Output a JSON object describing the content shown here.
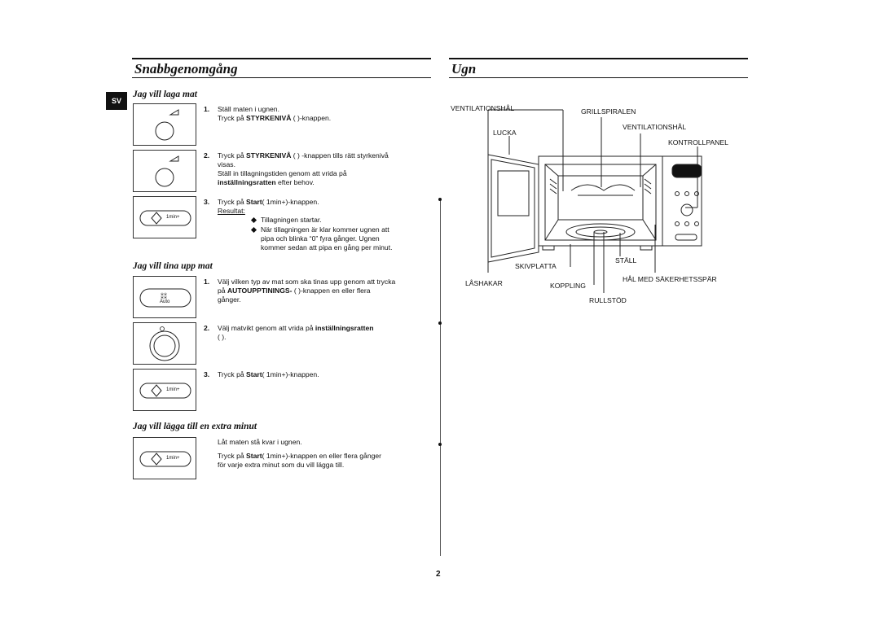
{
  "left_title": "Snabbgenomgång",
  "right_title": "Ugn",
  "lang_tab": "SV",
  "section1": {
    "heading": "Jag vill laga mat",
    "s1_num": "1.",
    "s1_line1": "Ställ maten i ugnen.",
    "s1_line2_pre": "Tryck på ",
    "s1_line2_bold": "STYRKENIVÅ",
    "s1_line2_post": " (  )-knappen.",
    "s2_num": "2.",
    "s2_line1_pre": "Tryck på ",
    "s2_line1_bold": "STYRKENIVÅ",
    "s2_line1_post": " (  ) -knappen tills rätt styrkenivå",
    "s2_line2": "visas.",
    "s2_line3": "Ställ in tillagningstiden genom att vrida på",
    "s2_line4_bold": "inställningsratten",
    "s2_line4_post": " efter behov.",
    "s3_num": "3.",
    "s3_line1_pre": "Tryck på ",
    "s3_line1_bold": "Start",
    "s3_line1_post": "(   1min+)-knappen.",
    "result_label": "Resultat:",
    "result1": "Tillagningen startar.",
    "result2_l1": "När tillagningen är klar kommer ugnen att",
    "result2_l2": "pipa och blinka “0” fyra gånger. Ugnen",
    "result2_l3": "kommer sedan att pipa en gång per minut."
  },
  "section2": {
    "heading": "Jag vill tina upp mat",
    "s1_num": "1.",
    "s1_line1": "Välj vilken typ av mat som ska tinas upp genom att trycka",
    "s1_line2_pre": "på ",
    "s1_line2_bold": "AUTOUPPTININGS-",
    "s1_line2_post": " (   )-knappen en eller flera",
    "s1_line3": "gånger.",
    "s2_num": "2.",
    "s2_line1_pre": "Välj matvikt genom att vrida på ",
    "s2_line1_bold": "inställningsratten",
    "s2_line2": "(          ).",
    "s3_num": "3.",
    "s3_line1_pre": "Tryck på ",
    "s3_line1_bold": "Start",
    "s3_line1_post": "(   1min+)-knappen.",
    "auto_label": "Auto"
  },
  "section3": {
    "heading": "Jag vill lägga till en extra minut",
    "line1": "Låt maten stå kvar i ugnen.",
    "line2_pre": "Tryck på ",
    "line2_bold": "Start",
    "line2_post": "(   1min+)-knappen en eller flera gånger",
    "line3": "för varje extra minut som du vill lägga till."
  },
  "button_label": "1min+",
  "oven_labels": {
    "ventilationshal_left": "VENTILATIONSHÅL",
    "grillspiralen": "GRILLSPIRALEN",
    "lucka": "LUCKA",
    "ventilationshal_right": "VENTILATIONSHÅL",
    "kontrollpanel": "KONTROLLPANEL",
    "stall": "STÄLL",
    "skivplatta": "SKIVPLATTA",
    "lashakar": "LÅSHAKAR",
    "koppling": "KOPPLING",
    "hal_med": "HÅL MED SÄKERHETSSPÄR",
    "rullstod": "RULLSTÖD"
  },
  "page_number": "2"
}
